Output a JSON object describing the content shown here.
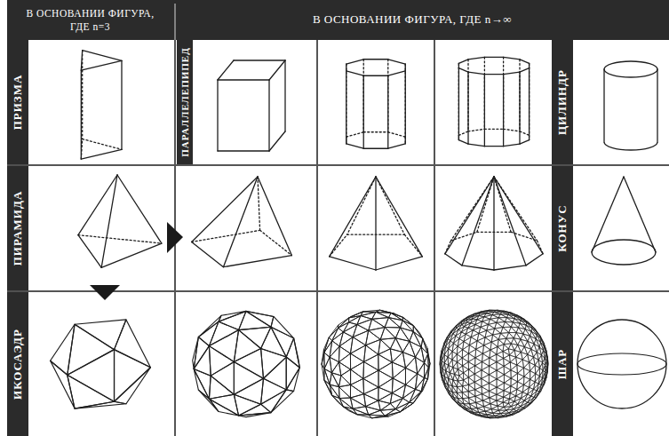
{
  "diagram": {
    "nodes": [
      {
        "text": [
          "В ОСНОВАНИИ ФИГУРА, ГДЕ n=3"
        ]
      },
      {
        "text": [
          "В ОСНОВАНИИ ФИГУРА, ГДЕ n→∞"
        ]
      },
      {
        "text": [
          "ПРИЗМА"
        ]
      },
      {
        "text": [
          "ПАРАЛЛЕЛЕПИПЕД"
        ]
      },
      {
        "text": [
          "ЦИЛИНДР"
        ]
      },
      {
        "text": [
          "ПИРАМИДА"
        ]
      },
      {
        "text": [
          "КОНУС"
        ]
      },
      {
        "text": [
          "ИКОСАЭДР"
        ]
      },
      {
        "text": [
          "ШАР"
        ]
      }
    ]
  }
}
